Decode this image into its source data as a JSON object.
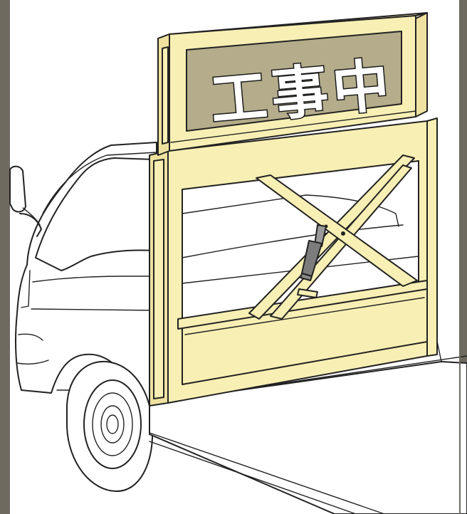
{
  "sign": {
    "text": "工事中"
  },
  "colors": {
    "background": "#6e6a60",
    "canvas": "#ffffff",
    "frame_panel": "#f8efb4",
    "sign_board": "#b4ac8a",
    "sign_text": "#ffffff",
    "actuator": "#8a8a8a",
    "outline": "#222222"
  },
  "icons": [
    "truck",
    "side-mirror",
    "wheel",
    "lift-frame",
    "scissor-lift",
    "hydraulic-cylinder",
    "sign-board"
  ]
}
